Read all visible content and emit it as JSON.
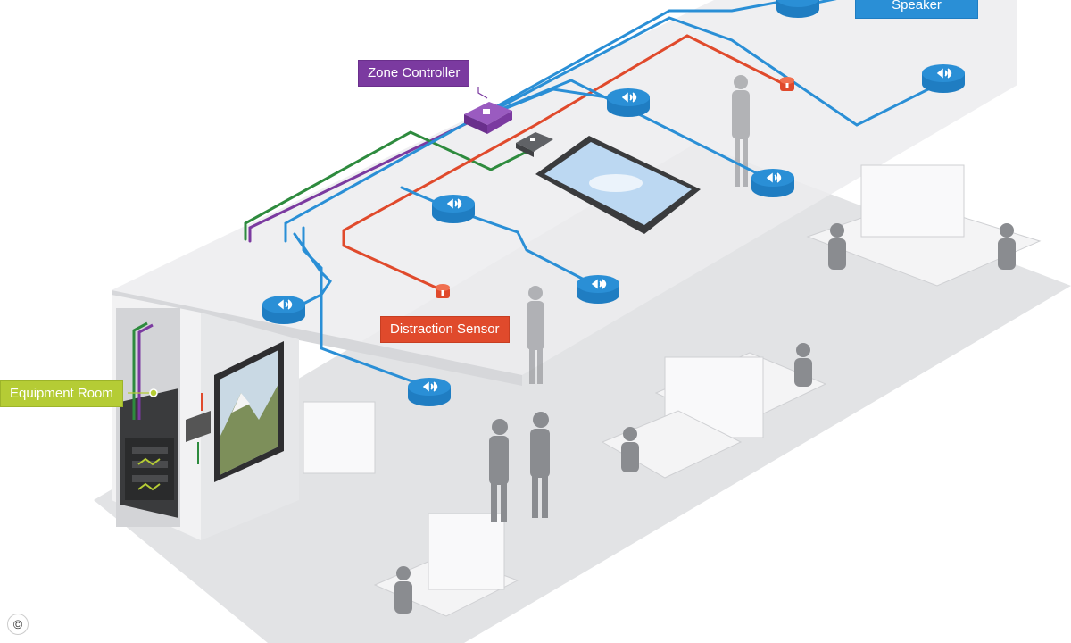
{
  "labels": {
    "zone_controller": "Zone Controller",
    "distraction_sensor": "Distraction Sensor",
    "equipment_room": "Equipment Room",
    "speaker": "Speaker"
  },
  "copyright": "©",
  "colors": {
    "cable_blue": "#2a8fd6",
    "cable_red": "#e04a2c",
    "cable_green": "#2e8b3e",
    "cable_purple": "#7b3aa0",
    "zone_label": "#7b3aa0",
    "distraction_label": "#e04a2c",
    "equipment_label": "#b5cc35",
    "speaker_label": "#2a8fd6"
  },
  "icons": [
    "speaker-icon",
    "sensor-icon",
    "zone-controller-icon",
    "display-icon",
    "server-rack-icon",
    "person-icon",
    "desk-icon"
  ]
}
